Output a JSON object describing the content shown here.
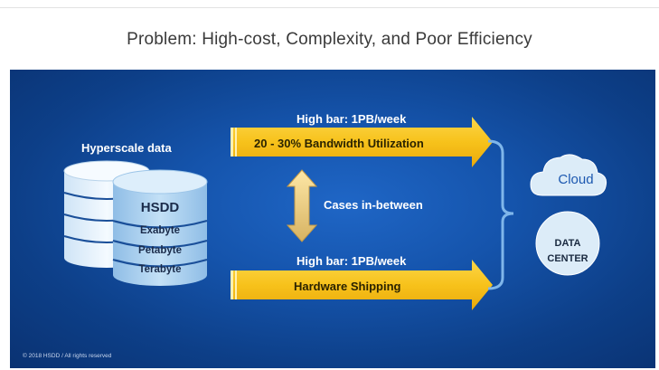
{
  "slide": {
    "title": "Problem: High-cost, Complexity, and Poor Efficiency",
    "copyright": "© 2018 HSDD / All rights reserved"
  },
  "source": {
    "heading": "Hyperscale data",
    "database_layers": [
      "HSDD",
      "Exabyte",
      "Petabyte",
      "Terabyte"
    ]
  },
  "transfer_paths": {
    "top": {
      "bar_label": "High bar: 1PB/week",
      "arrow_label": "20 - 30% Bandwidth Utilization"
    },
    "middle": {
      "label": "Cases in-between"
    },
    "bottom": {
      "bar_label": "High bar: 1PB/week",
      "arrow_label": "Hardware Shipping"
    }
  },
  "destinations": {
    "cloud": "Cloud",
    "data_center": "DATA CENTER"
  },
  "colors": {
    "panel_blue": "#1554ac",
    "arrow_yellow": "#f7c21b",
    "db_front": "#a9cfee",
    "db_back": "#e2f0fb",
    "destination_fill": "#dcecf8"
  }
}
